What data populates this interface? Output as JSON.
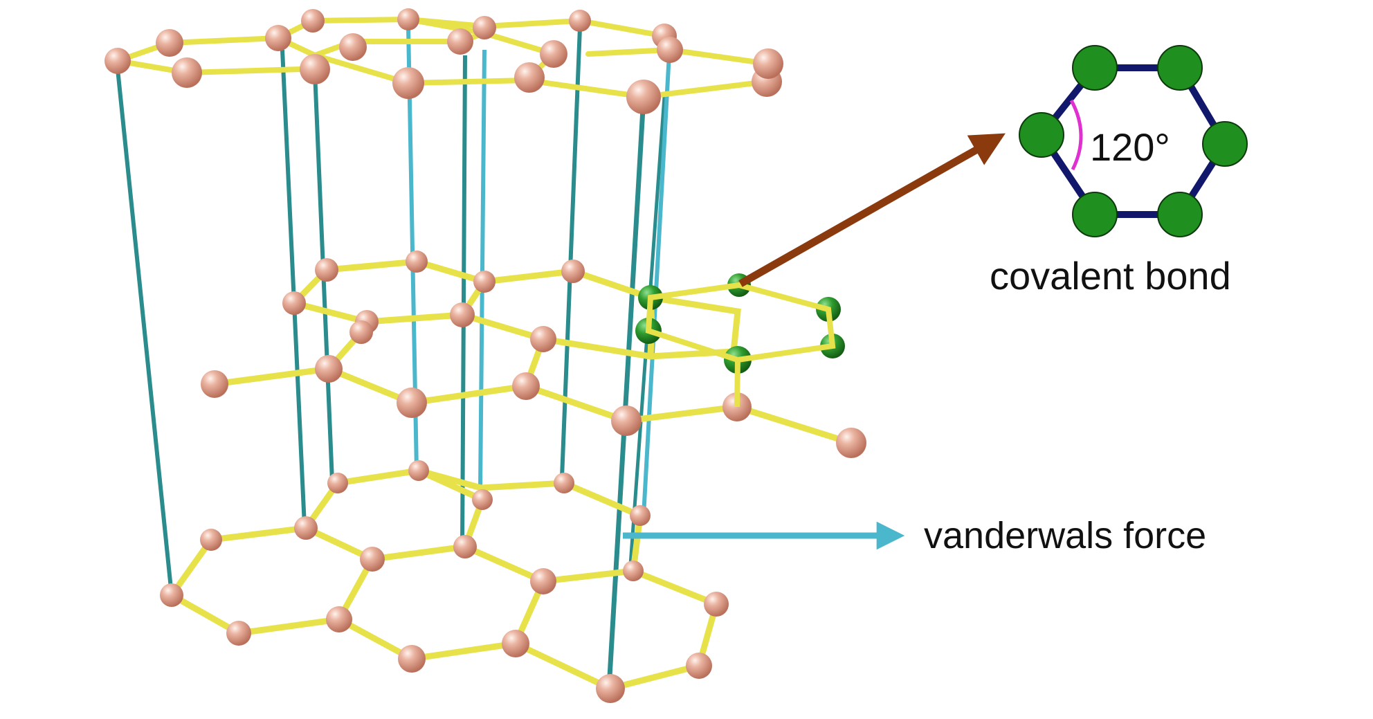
{
  "diagram": {
    "labels": {
      "angle": "120°",
      "covalent": "covalent bond",
      "vanderwaals": "vanderwals force"
    },
    "colors": {
      "atom_carbon": "#e6a893",
      "atom_highlight": "#2e8b2e",
      "inset_atom": "#1f8f1f",
      "bond_covalent": "#e8e24a",
      "vdw_line": "#2a8c8c",
      "vdw_line_light": "#4bb7cc",
      "arrow_covalent": "#8b3a0e",
      "arrow_vdw": "#4bb7cc",
      "inset_bond": "#11186b",
      "angle_arc": "#e030d0"
    },
    "icons": {
      "atom": "sphere",
      "bond": "stick",
      "arrow": "arrow-right"
    }
  }
}
